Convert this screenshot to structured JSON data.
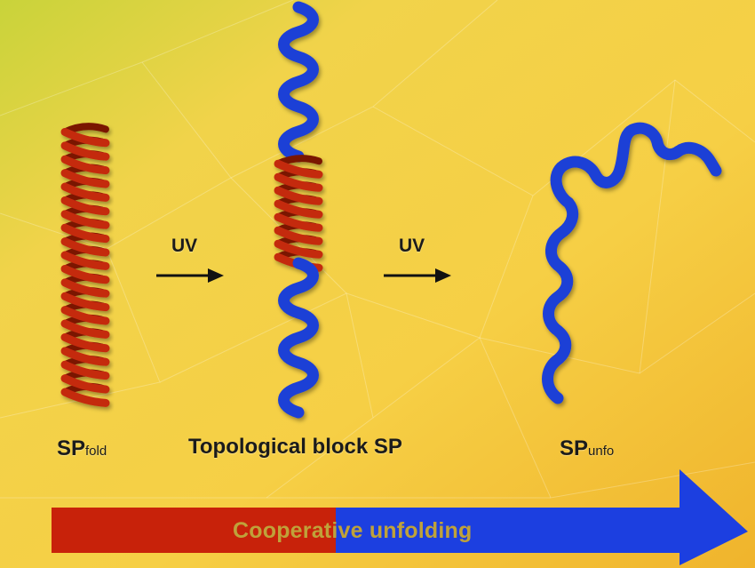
{
  "arrows": {
    "uv1_label": "UV",
    "uv2_label": "UV"
  },
  "labels": {
    "fold_main": "SP",
    "fold_sub": "fold",
    "block": "Topological block SP",
    "unfo_main": "SP",
    "unfo_sub": "unfo"
  },
  "progress_bar": {
    "label": "Cooperative unfolding",
    "folded_fraction": 0.38
  },
  "colors": {
    "helix": "#c42a0e",
    "coil": "#1f3fd6",
    "background": "#f3c73a",
    "bar_red": "#c8220a",
    "bar_blue": "#1c3fe0"
  }
}
